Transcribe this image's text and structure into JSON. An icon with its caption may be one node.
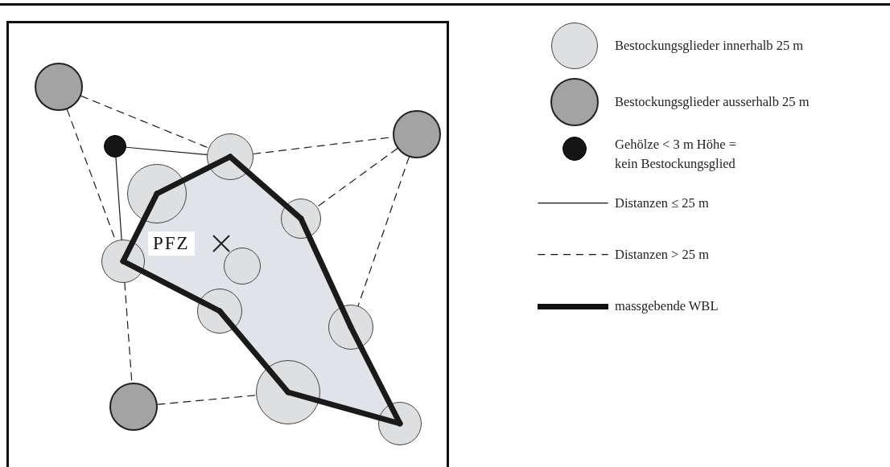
{
  "diagram": {
    "nodes": [
      {
        "text": [],
        "shape": "circle"
      },
      {
        "text": [],
        "shape": "circle"
      },
      {
        "text": [],
        "shape": "circle"
      },
      {
        "text": [],
        "shape": "circle"
      },
      {
        "text": [],
        "shape": "circle"
      },
      {
        "text": [],
        "shape": "circle"
      },
      {
        "text": [],
        "shape": "circle"
      },
      {
        "text": [],
        "shape": "circle"
      },
      {
        "text": [],
        "shape": "circle"
      },
      {
        "text": [],
        "shape": "circle"
      },
      {
        "text": [],
        "shape": "circle"
      },
      {
        "text": [],
        "shape": "circle"
      },
      {
        "text": [],
        "shape": "circle"
      }
    ],
    "edges": [
      {
        "from": 0,
        "to": 4,
        "arrow": "none",
        "style": "dashed"
      },
      {
        "from": 0,
        "to": 7,
        "arrow": "none",
        "style": "dashed"
      },
      {
        "from": 4,
        "to": 1,
        "arrow": "none",
        "style": "dashed"
      },
      {
        "from": 1,
        "to": 6,
        "arrow": "none",
        "style": "dashed"
      },
      {
        "from": 1,
        "to": 10,
        "arrow": "none",
        "style": "dashed"
      },
      {
        "from": 7,
        "to": 2,
        "arrow": "none",
        "style": "dashed"
      },
      {
        "from": 2,
        "to": 11,
        "arrow": "none",
        "style": "dashed"
      },
      {
        "from": 3,
        "to": 4,
        "arrow": "none"
      },
      {
        "from": 3,
        "to": 7,
        "arrow": "none"
      },
      {
        "from": 7,
        "to": 5,
        "arrow": "none",
        "style": "thick"
      },
      {
        "from": 5,
        "to": 4,
        "arrow": "none",
        "style": "thick"
      },
      {
        "from": 4,
        "to": 6,
        "arrow": "none",
        "style": "thick"
      },
      {
        "from": 6,
        "to": 10,
        "arrow": "none",
        "style": "thick"
      },
      {
        "from": 10,
        "to": 12,
        "arrow": "none",
        "style": "thick"
      },
      {
        "from": 12,
        "to": 11,
        "arrow": "none",
        "style": "thick"
      },
      {
        "from": 11,
        "to": 9,
        "arrow": "none",
        "style": "thick"
      },
      {
        "from": 9,
        "to": 7,
        "arrow": "none",
        "style": "thick"
      }
    ],
    "labels": [
      "PFZ"
    ],
    "legend": [
      {
        "text": "Bestockungsglieder innerhalb 25 m"
      },
      {
        "text": "Bestockungsglieder ausserhalb 25 m"
      },
      {
        "text": "Gehölze < 3 m Höhe = kein Bestockungsglied"
      },
      {
        "text": "Distanzen ≤ 25 m"
      },
      {
        "text": "Distanzen > 25 m"
      },
      {
        "text": "massgebende WBL"
      }
    ]
  }
}
